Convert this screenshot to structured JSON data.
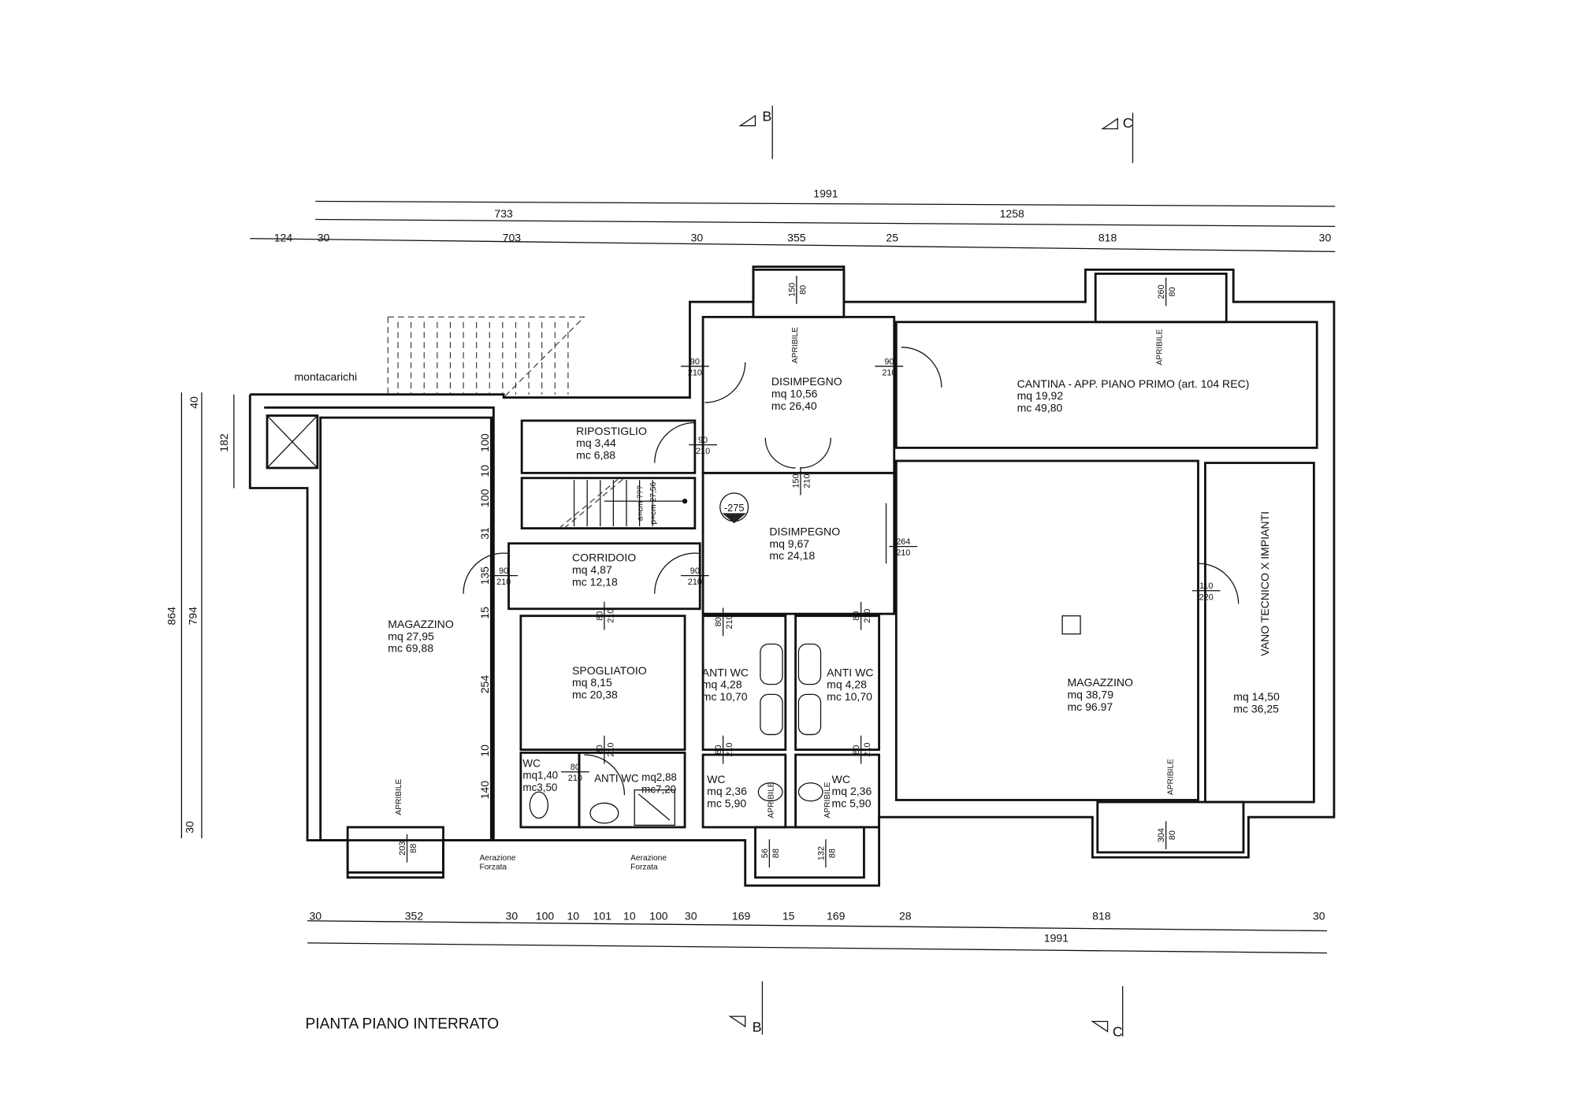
{
  "drawing_title": "PIANTA PIANO INTERRATO",
  "section_marks": {
    "b": "B",
    "c": "C"
  },
  "dimensions": {
    "top": {
      "overall": "1991",
      "row2": [
        "733",
        "1258"
      ],
      "row3": [
        "124",
        "30",
        "703",
        "30",
        "355",
        "25",
        "818",
        "30"
      ]
    },
    "bottom": {
      "row1": [
        "30",
        "352",
        "30",
        "100",
        "10",
        "101",
        "10",
        "100",
        "30",
        "169",
        "15",
        "169",
        "28",
        "818",
        "30"
      ],
      "overall": "1991"
    },
    "left": {
      "overall": "864",
      "inner": "794",
      "top": "40",
      "mid": "182",
      "bottom": "30"
    },
    "inner_vertical": [
      "100",
      "10",
      "100",
      "31",
      "135",
      "15",
      "254",
      "10",
      "140"
    ]
  },
  "rooms": [
    {
      "name": "MAGAZZINO",
      "mq": "mq  27,95",
      "mc": "mc  69,88"
    },
    {
      "name": "RIPOSTIGLIO",
      "mq": "mq  3,44",
      "mc": "mc  6,88"
    },
    {
      "name": "DISIMPEGNO",
      "mq": "mq  10,56",
      "mc": "mc  26,40"
    },
    {
      "name": "CANTINA - APP. PIANO PRIMO (art. 104 REC)",
      "mq": "mq  19,92",
      "mc": "mc  49,80"
    },
    {
      "name": "CORRIDOIO",
      "mq": "mq  4,87",
      "mc": "mc  12,18"
    },
    {
      "name": "DISIMPEGNO",
      "mq": "mq  9,67",
      "mc": "mc  24,18"
    },
    {
      "name": "SPOGLIATOIO",
      "mq": "mq  8,15",
      "mc": "mc  20,38"
    },
    {
      "name": "ANTI  WC",
      "mq": "mq  4,28",
      "mc": "mc  10,70"
    },
    {
      "name": "ANTI  WC",
      "mq": "mq  4,28",
      "mc": "mc  10,70"
    },
    {
      "name": "MAGAZZINO",
      "mq": "mq  38,79",
      "mc": "mc  96.97"
    },
    {
      "name": "VANO TECNICO X IMPIANTI",
      "mq": "mq  14,50",
      "mc": "mc  36,25"
    },
    {
      "name": "WC",
      "mq": "mq1,40",
      "mc": "mc3,50"
    },
    {
      "name": "ANTI  WC",
      "mq": "mq2,88",
      "mc": "mc7,20"
    },
    {
      "name": "WC",
      "mq": "mq  2,36",
      "mc": "mc  5,90"
    },
    {
      "name": "WC",
      "mq": "mq  2,36",
      "mc": "mc  5,90"
    }
  ],
  "doors": [
    [
      "90",
      "210"
    ],
    [
      "90",
      "210"
    ],
    [
      "90",
      "210"
    ],
    [
      "90",
      "210"
    ],
    [
      "90",
      "210"
    ],
    [
      "150",
      "210"
    ],
    [
      "264",
      "210"
    ],
    [
      "80",
      "210"
    ],
    [
      "80",
      "210"
    ],
    [
      "80",
      "210"
    ],
    [
      "80",
      "210"
    ],
    [
      "80",
      "210"
    ],
    [
      "80",
      "210"
    ],
    [
      "110",
      "220"
    ],
    [
      "80",
      "210"
    ]
  ],
  "windows": [
    [
      "150",
      "80"
    ],
    [
      "260",
      "80"
    ],
    [
      "203",
      "88"
    ],
    [
      "56",
      "88"
    ],
    [
      "132",
      "88"
    ],
    [
      "304",
      "80"
    ]
  ],
  "labels": {
    "montacarichi": "montacarichi",
    "apribile": "APRIBILE",
    "aerazione": [
      "Aerazione",
      "Forzata"
    ],
    "stair_a": "a=cm ???",
    "stair_p": "p=cm 27,56",
    "level": "-275"
  }
}
